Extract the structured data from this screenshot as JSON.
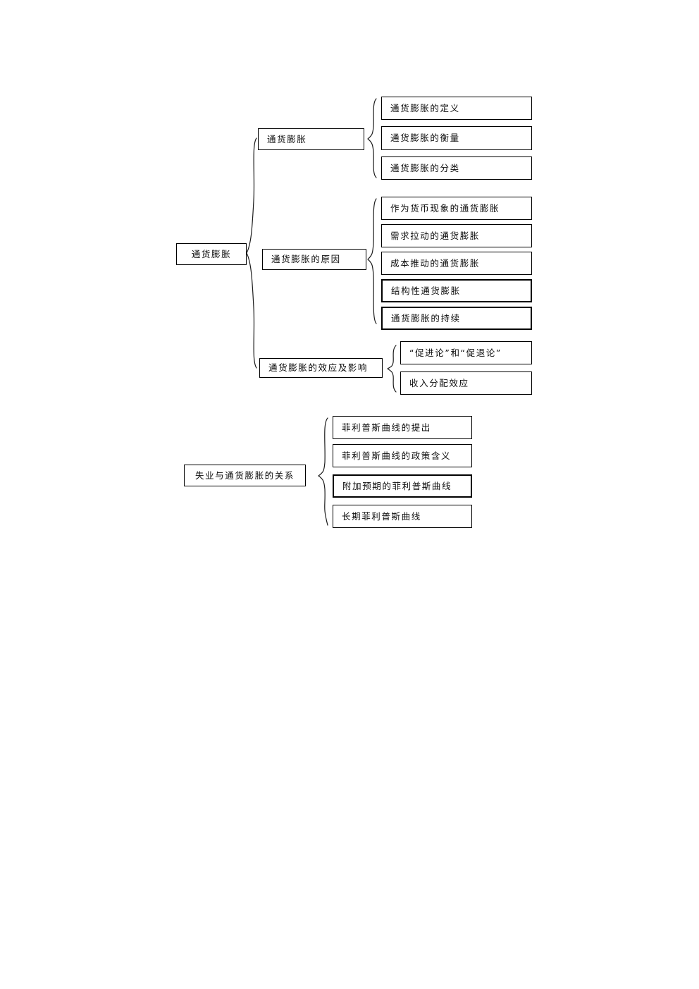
{
  "diagram": {
    "type": "mind-map-tree",
    "title_text": "通货膨胀",
    "sections": [
      {
        "id": "inflation-tree",
        "root": {
          "label": "通货膨胀"
        },
        "branches": [
          {
            "id": "branch-inflation-basics",
            "label": "通货膨胀",
            "children": [
              {
                "label": "通货膨胀的定义"
              },
              {
                "label": "通货膨胀的衡量"
              },
              {
                "label": "通货膨胀的分类"
              }
            ]
          },
          {
            "id": "branch-inflation-causes",
            "label": "通货膨胀的原因",
            "children": [
              {
                "label": "作为货币现象的通货膨胀"
              },
              {
                "label": "需求拉动的通货膨胀"
              },
              {
                "label": "成本推动的通货膨胀"
              },
              {
                "label": "结构性通货膨胀"
              },
              {
                "label": "通货膨胀的持续"
              }
            ]
          },
          {
            "id": "branch-inflation-effects",
            "label": "通货膨胀的效应及影响",
            "children": [
              {
                "label": "“促进论”和“促退论”"
              },
              {
                "label": "收入分配效应"
              }
            ]
          }
        ]
      },
      {
        "id": "unemployment-tree",
        "root": {
          "label": "失业与通货膨胀的关系"
        },
        "branches": [
          {
            "id": "branch-phillips",
            "label": "",
            "children": [
              {
                "label": "菲利普斯曲线的提出"
              },
              {
                "label": "菲利普斯曲线的政策含义"
              },
              {
                "label": "附加预期的菲利普斯曲线"
              },
              {
                "label": "长期菲利普斯曲线"
              }
            ]
          }
        ]
      }
    ],
    "colors": {
      "background": "#ffffff",
      "box_border": "#000000",
      "text": "#0b0b0b",
      "brace_stroke": "#1a1a1a"
    }
  }
}
